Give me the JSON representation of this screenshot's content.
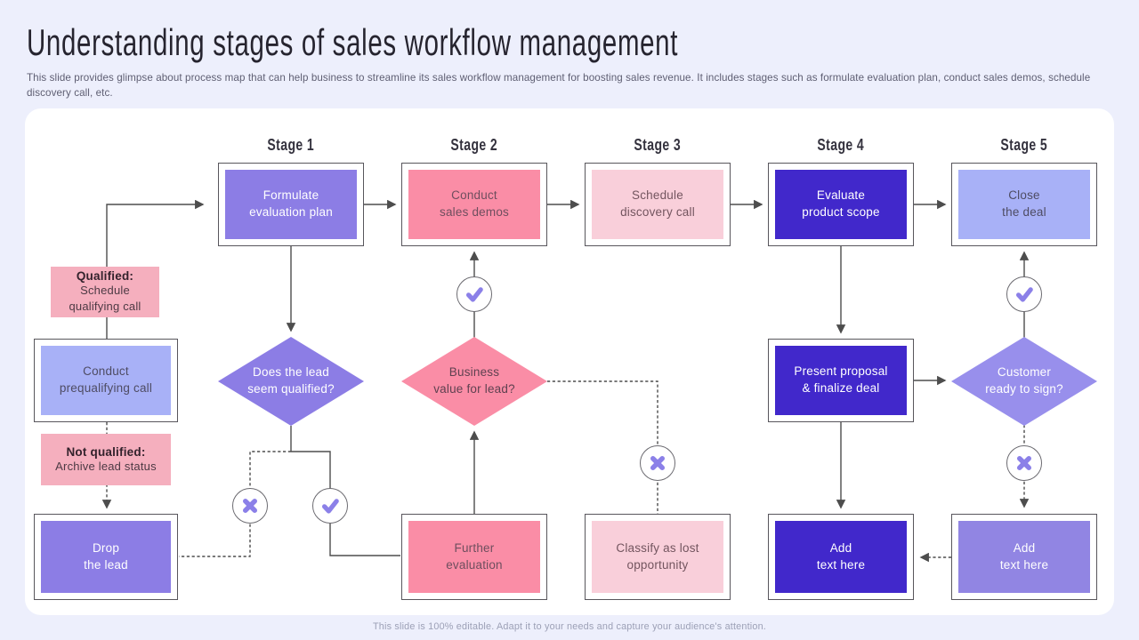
{
  "slide": {
    "title": "Understanding stages of sales workflow management",
    "subtitle": "This slide provides glimpse about process map that can help business to streamline its sales workflow management for boosting sales revenue. It includes stages such as formulate evaluation plan, conduct sales demos, schedule discovery call, etc.",
    "footer": "This slide is 100% editable.  Adapt it to your needs and capture your audience's attention."
  },
  "stage_headers": [
    "Stage 1",
    "Stage 2",
    "Stage 3",
    "Stage 4",
    "Stage 5"
  ],
  "nodes": {
    "stage1": "Formulate\nevaluation plan",
    "stage2": "Conduct\nsales demos",
    "stage3": "Schedule\ndiscovery call",
    "stage4": "Evaluate\nproduct scope",
    "stage5": "Close\nthe deal",
    "prequalifying": "Conduct\nprequalifying call",
    "drop": "Drop\nthe lead",
    "further": "Further\nevaluation",
    "classify": "Classify as lost\nopportunity",
    "present": "Present proposal\n& finalize deal",
    "add_left": "Add\ntext here",
    "add_right": "Add\ntext here"
  },
  "decisions": {
    "lead_qualified": "Does the lead\nseem qualified?",
    "business_value": "Business\nvalue for lead?",
    "customer_sign": "Customer\nready to sign?"
  },
  "labels": {
    "qualified_title": "Qualified:",
    "qualified_body": "Schedule\nqualifying call",
    "not_qualified_title": "Not qualified:",
    "not_qualified_body": "Archive lead status"
  },
  "icons": {
    "check": "check-icon",
    "cross": "cross-icon"
  },
  "colors": {
    "background": "#edeffc",
    "panel": "#ffffff",
    "purple": "#8c7de5",
    "pink": "#fa8da6",
    "pink_light": "#f9cfda",
    "indigo": "#4128cb",
    "periwinkle": "#a8b1f7",
    "purple_soft": "#9185e3",
    "diamond_periwinkle": "#988fec",
    "tag_pink": "#f5afbe",
    "line": "#4d4d4d",
    "glyph_purple": "#8b80e8"
  }
}
